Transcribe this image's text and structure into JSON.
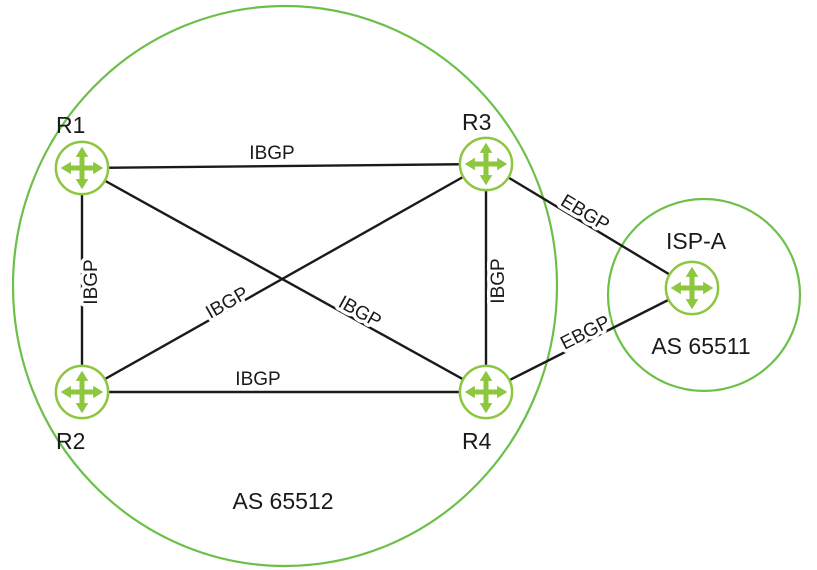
{
  "colors": {
    "boundary_green": "#6cc04a",
    "router_green": "#8dc63f",
    "link_black": "#1a1a1a",
    "text_black": "#1a1a1a"
  },
  "as_groups": {
    "as65512": {
      "label": "AS 65512"
    },
    "as65511": {
      "label": "AS 65511"
    }
  },
  "nodes": {
    "r1": {
      "label": "R1"
    },
    "r2": {
      "label": "R2"
    },
    "r3": {
      "label": "R3"
    },
    "r4": {
      "label": "R4"
    },
    "isp_a": {
      "label": "ISP-A"
    }
  },
  "links": {
    "r1_r3": {
      "label": "IBGP"
    },
    "r1_r2": {
      "label": "IBGP"
    },
    "r1_r4": {
      "label": "IBGP"
    },
    "r2_r3": {
      "label": "IBGP"
    },
    "r3_r4": {
      "label": "IBGP"
    },
    "r2_r4": {
      "label": "IBGP"
    },
    "r3_isp_a": {
      "label": "EBGP"
    },
    "r4_isp_a": {
      "label": "EBGP"
    }
  }
}
